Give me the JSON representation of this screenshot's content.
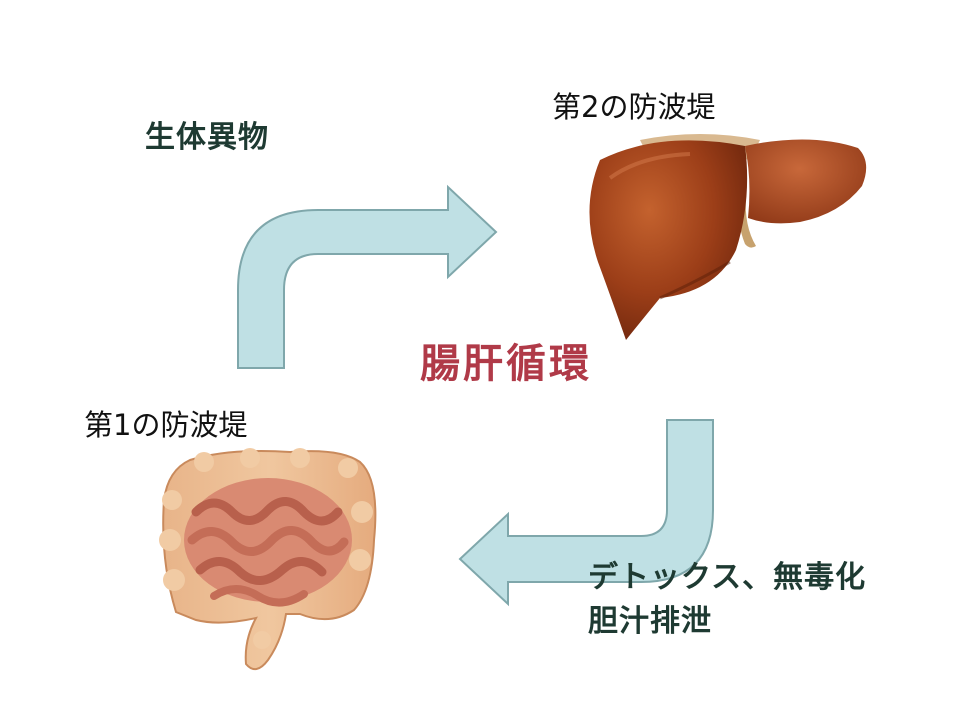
{
  "labels": {
    "foreign_substance": "生体異物",
    "second_barrier": "第2の防波堤",
    "first_barrier": "第1の防波堤",
    "cycle": "腸肝循環",
    "detox": "デトックス、無毒化",
    "bile": "胆汁排泄"
  },
  "colors": {
    "arrow_fill": "#bfe0e4",
    "arrow_stroke": "#7fa7ab",
    "cycle_text": "#b03a48",
    "liver": "#8e3416",
    "intestine": "#e9a87a"
  }
}
